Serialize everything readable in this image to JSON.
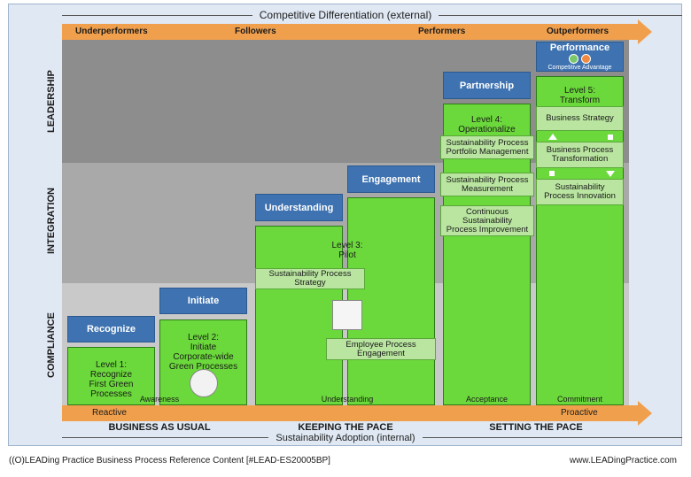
{
  "header": {
    "top_label": "Competitive Differentiation (external)"
  },
  "top_arrow": {
    "labels": [
      "Underperformers",
      "Followers",
      "Performers",
      "Outperformers"
    ]
  },
  "side_labels": {
    "top": "LEADERSHIP",
    "middle": "INTEGRATION",
    "bottom": "COMPLIANCE"
  },
  "columns": [
    {
      "head": "Recognize",
      "text": "Level 1:\nRecognize\nFirst Green\nProcesses",
      "footer": "Awareness"
    },
    {
      "head": "Initiate",
      "text": "Level 2:\nInitiate\nCorporate-wide\nGreen Processes",
      "footer": ""
    },
    {
      "head": "Understanding",
      "text": "Level 3:\nPilot",
      "footer": "Understanding"
    },
    {
      "head": "Engagement",
      "text": "",
      "footer": ""
    },
    {
      "head": "Partnership",
      "text": "Level 4:\nOperationalize",
      "footer": "Acceptance"
    },
    {
      "head": "Performance",
      "subhead": "Competitive Advantage",
      "text": "Level 5:\nTransform",
      "footer": "Commitment"
    }
  ],
  "boxes": {
    "sp_strategy": "Sustainability Process\nStrategy",
    "employee_engagement": "Employee Process\nEngagement",
    "portfolio": "Sustainability Process\nPortfolio Management",
    "measurement": "Sustainability Process\nMeasurement",
    "improvement": "Continuous\nSustainability\nProcess Improvement",
    "business_strategy": "Business Strategy",
    "bp_transformation": "Business Process\nTransformation",
    "sp_innovation": "Sustainability\nProcess Innovation"
  },
  "bottom_arrow": {
    "left": "Reactive",
    "right": "Proactive"
  },
  "phases": [
    "BUSINESS AS USUAL",
    "KEEPING THE PACE",
    "SETTING THE PACE"
  ],
  "footer": {
    "axis": "Sustainability Adoption (internal)",
    "credit": "((O)LEADing Practice Business Process Reference Content [#LEAD-ES20005BP]",
    "website": "www.LEADingPractice.com"
  },
  "colors": {
    "head_blue": "#3e72b0",
    "column_green": "#6bd93b",
    "box_green": "#b9e5a0",
    "arrow_orange": "#f0a04d"
  }
}
